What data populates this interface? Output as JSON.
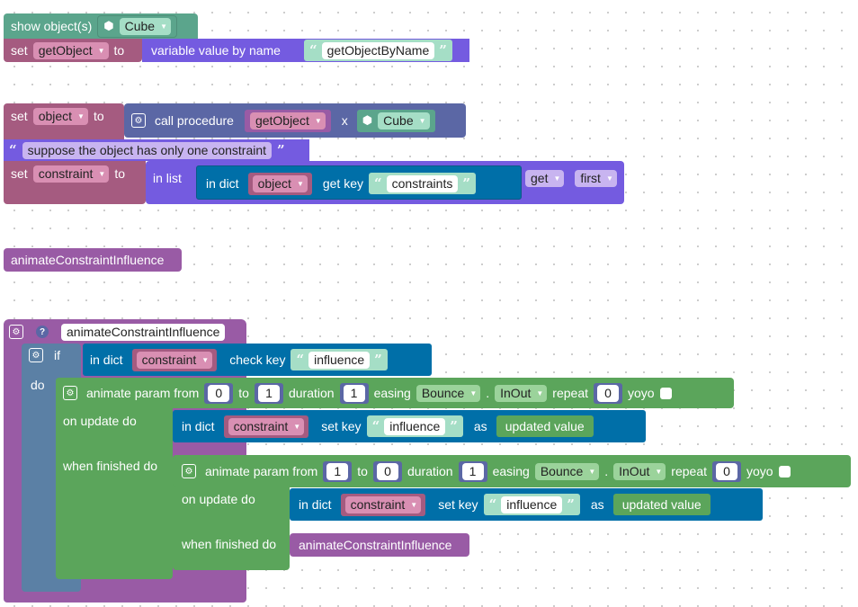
{
  "colors": {
    "green": "#5ba55b",
    "dark_green": "#4c9a4c",
    "teal": "#5ba58c",
    "light_teal": "#a5dec6",
    "pink": "#a55b80",
    "light_pink": "#d98fb3",
    "indigo": "#5b67a5",
    "blue_purple": "#745be0",
    "violet": "#9a5ba5",
    "light_violet": "#c8b4f0",
    "dict_blue": "#006fa8",
    "dark_blue": "#0b5a87",
    "proc_purple": "#995ba5",
    "if_blue": "#5b80a5"
  },
  "block1": {
    "label": "show object(s)",
    "dropdown": "Cube",
    "icon": "cube-icon"
  },
  "block2": {
    "set": "set",
    "var": "getObject",
    "to": "to",
    "fn": "variable value by name",
    "str": "getObjectByName"
  },
  "block3": {
    "set": "set",
    "var": "object",
    "to": "to",
    "call": "call procedure",
    "proc": "getObject",
    "x": "x",
    "arg": "Cube"
  },
  "comment": {
    "text": "suppose the object has only one constraint"
  },
  "block4": {
    "set": "set",
    "var": "constraint",
    "to": "to",
    "inlist": "in list",
    "indict": "in dict",
    "dictvar": "object",
    "getkey": "get key",
    "key": "constraints",
    "get": "get",
    "first": "first"
  },
  "call1": {
    "label": "animateConstraintInfluence"
  },
  "proc": {
    "name": "animateConstraintInfluence",
    "if_label": "if",
    "do_label": "do",
    "cond": {
      "indict": "in dict",
      "var": "constraint",
      "checkkey": "check key",
      "key": "influence"
    },
    "anim1": {
      "label": "animate param from",
      "from": "0",
      "to_label": "to",
      "to": "1",
      "duration_label": "duration",
      "duration": "1",
      "easing_label": "easing",
      "easing": "Bounce",
      "dot": ".",
      "inout": "InOut",
      "repeat_label": "repeat",
      "repeat": "0",
      "yoyo_label": "yoyo",
      "on_update": "on update do",
      "when_finished": "when finished do",
      "update": {
        "indict": "in dict",
        "var": "constraint",
        "setkey": "set key",
        "key": "influence",
        "as": "as",
        "value": "updated value"
      }
    },
    "anim2": {
      "label": "animate param from",
      "from": "1",
      "to_label": "to",
      "to": "0",
      "duration_label": "duration",
      "duration": "1",
      "easing_label": "easing",
      "easing": "Bounce",
      "dot": ".",
      "inout": "InOut",
      "repeat_label": "repeat",
      "repeat": "0",
      "yoyo_label": "yoyo",
      "on_update": "on update do",
      "when_finished": "when finished do",
      "update": {
        "indict": "in dict",
        "var": "constraint",
        "setkey": "set key",
        "key": "influence",
        "as": "as",
        "value": "updated value"
      },
      "finish_call": "animateConstraintInfluence"
    }
  }
}
